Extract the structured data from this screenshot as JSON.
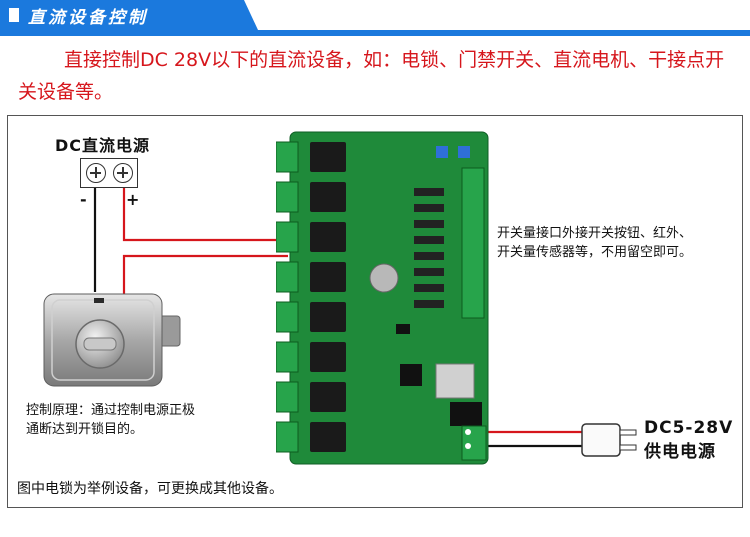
{
  "header": {
    "title": "直流设备控制",
    "accent_color": "#1b79dd"
  },
  "description": "直接控制DC 28V以下的直流设备，如：电锁、门禁开关、直流电机、干接点开关设备等。",
  "diagram": {
    "dc_supply_label": "DC直流电源",
    "terminal_minus": "-",
    "terminal_plus": "+",
    "switch_input_note_line1": "开关量接口外接开关按钮、红外、",
    "switch_input_note_line2": "开关量传感器等，不用留空即可。",
    "lock_note_line1": "控制原理：通过控制电源正极",
    "lock_note_line2": "通断达到开锁目的。",
    "power_supply_line1": "DC5-28V",
    "power_supply_line2": "供电电源",
    "footer_note": "图中电锁为举例设备，可更换成其他设备。",
    "wire_positive_color": "#d6161c",
    "wire_negative_color": "#111111",
    "board_color": "#1f8a3a",
    "relay_color": "#1a1a1a",
    "icons": [
      "electric-lock-icon",
      "relay-board-icon",
      "power-plug-icon",
      "screw-terminal-icon"
    ]
  }
}
